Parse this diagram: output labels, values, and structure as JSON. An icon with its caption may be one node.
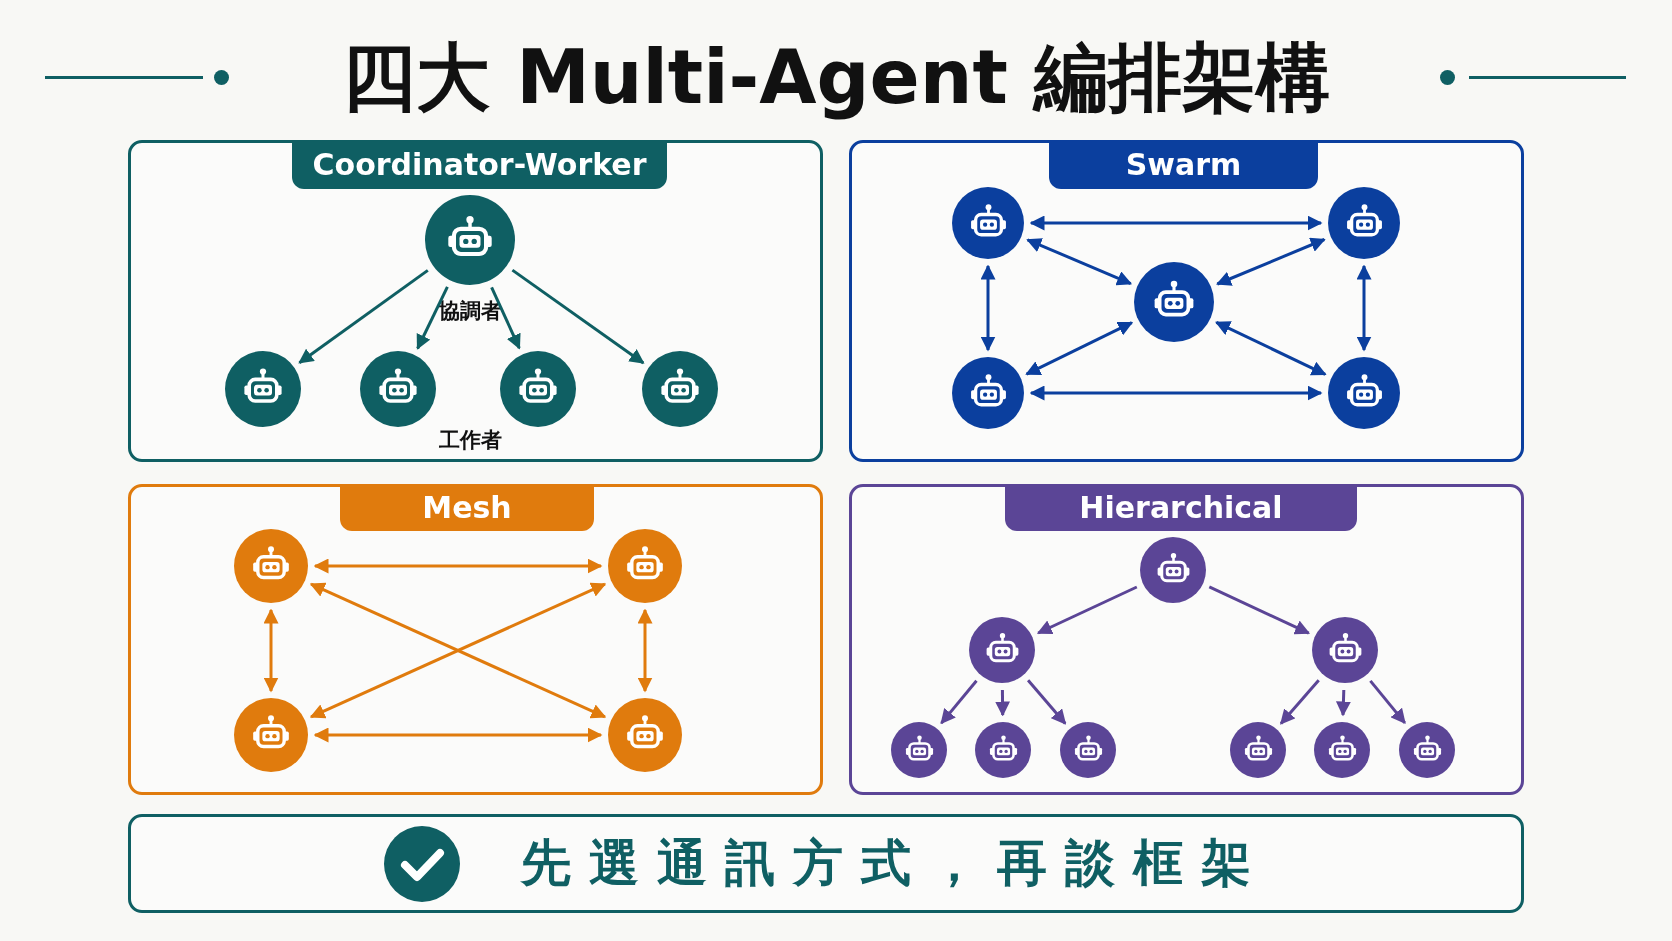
{
  "diagram": {
    "title": "四大 Multi-Agent 編排架構",
    "nodes": [
      {
        "text": [
          "Coordinator-Worker"
        ]
      },
      {
        "text": [],
        "shape": "circle",
        "in": 0,
        "beside": [
          "協調者"
        ]
      },
      {
        "text": [],
        "shape": "circle",
        "in": 0
      },
      {
        "text": [],
        "shape": "circle",
        "in": 0
      },
      {
        "text": [],
        "shape": "circle",
        "in": 0
      },
      {
        "text": [],
        "shape": "circle",
        "in": 0
      },
      {
        "text": [
          "Swarm"
        ]
      },
      {
        "text": [],
        "shape": "circle",
        "in": 6
      },
      {
        "text": [],
        "shape": "circle",
        "in": 6
      },
      {
        "text": [],
        "shape": "circle",
        "in": 6
      },
      {
        "text": [],
        "shape": "circle",
        "in": 6
      },
      {
        "text": [],
        "shape": "circle",
        "in": 6
      },
      {
        "text": [
          "Mesh"
        ]
      },
      {
        "text": [],
        "shape": "circle",
        "in": 12
      },
      {
        "text": [],
        "shape": "circle",
        "in": 12
      },
      {
        "text": [],
        "shape": "circle",
        "in": 12
      },
      {
        "text": [],
        "shape": "circle",
        "in": 12
      },
      {
        "text": [
          "Hierarchical"
        ]
      },
      {
        "text": [],
        "shape": "circle",
        "in": 17
      },
      {
        "text": [],
        "shape": "circle",
        "in": 17
      },
      {
        "text": [],
        "shape": "circle",
        "in": 17
      },
      {
        "text": [],
        "shape": "circle",
        "in": 17
      },
      {
        "text": [],
        "shape": "circle",
        "in": 17
      },
      {
        "text": [],
        "shape": "circle",
        "in": 17
      },
      {
        "text": [],
        "shape": "circle",
        "in": 17
      },
      {
        "text": [],
        "shape": "circle",
        "in": 17
      },
      {
        "text": [],
        "shape": "circle",
        "in": 17
      },
      {
        "text": [
          "先選通訊方式，再談框架"
        ]
      }
    ],
    "edges": [
      {
        "from": 1,
        "to": 2,
        "arrow": "to",
        "color": "#0f5f63"
      },
      {
        "from": 1,
        "to": 3,
        "arrow": "to",
        "color": "#0f5f63"
      },
      {
        "from": 1,
        "to": 4,
        "arrow": "to",
        "color": "#0f5f63"
      },
      {
        "from": 1,
        "to": 5,
        "arrow": "to",
        "color": "#0f5f63"
      },
      {
        "from": 7,
        "to": 8,
        "arrow": "both",
        "color": "#0b3f9e"
      },
      {
        "from": 7,
        "to": 9,
        "arrow": "both",
        "color": "#0b3f9e"
      },
      {
        "from": 8,
        "to": 9,
        "arrow": "both",
        "color": "#0b3f9e"
      },
      {
        "from": 7,
        "to": 10,
        "arrow": "both",
        "color": "#0b3f9e"
      },
      {
        "from": 8,
        "to": 11,
        "arrow": "both",
        "color": "#0b3f9e"
      },
      {
        "from": 10,
        "to": 9,
        "arrow": "both",
        "color": "#0b3f9e"
      },
      {
        "from": 11,
        "to": 9,
        "arrow": "both",
        "color": "#0b3f9e"
      },
      {
        "from": 10,
        "to": 11,
        "arrow": "both",
        "color": "#0b3f9e"
      },
      {
        "from": 13,
        "to": 14,
        "arrow": "both",
        "color": "#e07b0d"
      },
      {
        "from": 13,
        "to": 15,
        "arrow": "both",
        "color": "#e07b0d"
      },
      {
        "from": 13,
        "to": 16,
        "arrow": "both",
        "color": "#e07b0d"
      },
      {
        "from": 14,
        "to": 15,
        "arrow": "both",
        "color": "#e07b0d"
      },
      {
        "from": 14,
        "to": 16,
        "arrow": "both",
        "color": "#e07b0d"
      },
      {
        "from": 15,
        "to": 16,
        "arrow": "both",
        "color": "#e07b0d"
      },
      {
        "from": 18,
        "to": 19,
        "arrow": "to",
        "color": "#5b4596"
      },
      {
        "from": 18,
        "to": 20,
        "arrow": "to",
        "color": "#5b4596"
      },
      {
        "from": 19,
        "to": 21,
        "arrow": "to",
        "color": "#5b4596"
      },
      {
        "from": 19,
        "to": 22,
        "arrow": "to",
        "color": "#5b4596"
      },
      {
        "from": 19,
        "to": 23,
        "arrow": "to",
        "color": "#5b4596"
      },
      {
        "from": 20,
        "to": 24,
        "arrow": "to",
        "color": "#5b4596"
      },
      {
        "from": 20,
        "to": 25,
        "arrow": "to",
        "color": "#5b4596"
      },
      {
        "from": 20,
        "to": 26,
        "arrow": "to",
        "color": "#5b4596"
      }
    ],
    "labels": [
      "工作者"
    ]
  }
}
